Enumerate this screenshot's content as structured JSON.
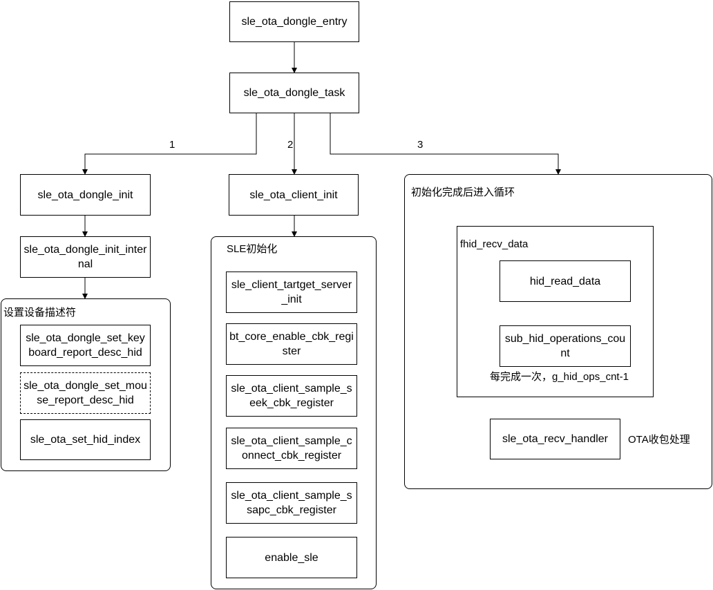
{
  "nodes": {
    "entry": "sle_ota_dongle_entry",
    "task": "sle_ota_dongle_task",
    "dongle_init": "sle_ota_dongle_init",
    "dongle_init_internal": "sle_ota_dongle_init_internal",
    "set_keyboard": "sle_ota_dongle_set_keyboard_report_desc_hid",
    "set_mouse": "sle_ota_dongle_set_mouse_report_desc_hid",
    "set_hid_index": "sle_ota_set_hid_index",
    "client_init": "sle_ota_client_init",
    "target_server_init": "sle_client_tartget_server_init",
    "bt_core": "bt_core_enable_cbk_register",
    "seek_cbk": "sle_ota_client_sample_seek_cbk_register",
    "connect_cbk": "sle_ota_client_sample_connect_cbk_register",
    "ssapc_cbk": "sle_ota_client_sample_ssapc_cbk_register",
    "enable_sle": "enable_sle",
    "hid_read_data": "hid_read_data",
    "sub_hid_ops": "sub_hid_operations_count",
    "recv_handler": "sle_ota_recv_handler"
  },
  "groups": {
    "desc_group": "设置设备描述符",
    "sle_group": "SLE初始化",
    "loop_group": "初始化完成后进入循环",
    "fhid_group": "fhid_recv_data"
  },
  "edge_labels": {
    "one": "1",
    "two": "2",
    "three": "3"
  },
  "annotations": {
    "ops_note": "每完成一次，g_hid_ops_cnt-1",
    "ota_note": "OTA收包处理"
  }
}
